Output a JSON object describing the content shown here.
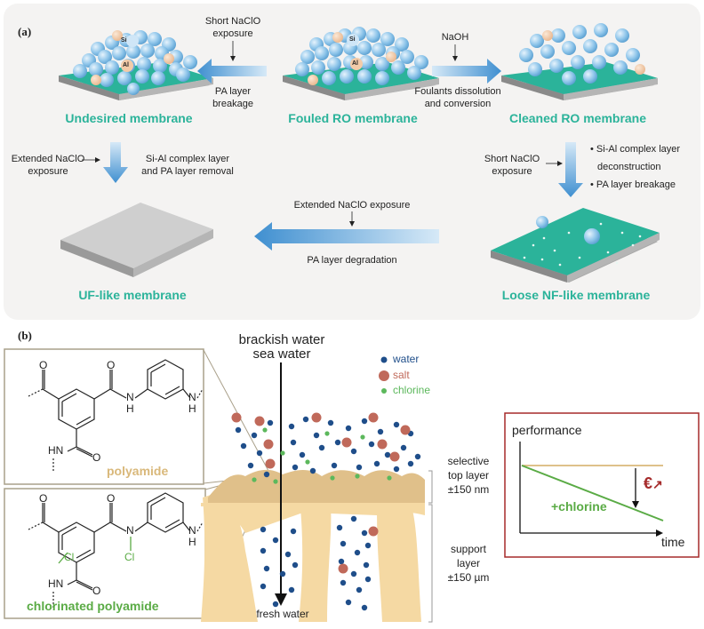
{
  "panel_a": {
    "letter": "(a)",
    "labels": {
      "undesired": "Undesired membrane",
      "fouled": "Fouled RO membrane",
      "cleaned": "Cleaned RO membrane",
      "uf": "UF-like membrane",
      "nf": "Loose NF-like membrane"
    },
    "si": "Si",
    "al": "Al",
    "short_naclo_1": "Short NaClO",
    "short_naclo_2": "exposure",
    "pa_breakage_1": "PA layer",
    "pa_breakage_2": "breakage",
    "naoh": "NaOH",
    "foulants_1": "Foulants dissolution",
    "foulants_2": "and conversion",
    "extended_1": "Extended NaClO",
    "extended_2": "exposure",
    "sial_removal_1": "Si-Al complex layer",
    "sial_removal_2": "and PA layer removal",
    "short_right_1": "Short NaClO",
    "short_right_2": "exposure",
    "bullet_1a": "Si-Al complex layer",
    "bullet_1b": "deconstruction",
    "bullet_2": "PA layer breakage",
    "bottom_arrow_top": "Extended NaClO exposure",
    "bottom_arrow_bottom": "PA layer degradation"
  },
  "panel_b": {
    "letter": "(b)",
    "brackish": "brackish water",
    "sea": "sea water",
    "fresh": "fresh water",
    "legend": {
      "water": "water",
      "salt": "salt",
      "chlorine": "chlorine"
    },
    "polyamide": "polyamide",
    "chlorinated": "chlorinated polyamide",
    "selective_1": "selective",
    "selective_2": "top layer",
    "selective_3": "±150 nm",
    "support_1": "support",
    "support_2": "layer",
    "support_3": "±150 µm",
    "atoms": {
      "O": "O",
      "N": "N",
      "H": "H",
      "HN": "HN",
      "Cl": "Cl"
    },
    "graph": {
      "ylabel": "performance",
      "xlabel": "time",
      "line_label": "+chlorine",
      "cost_symbol": "€",
      "cost_arrow": "↗"
    }
  },
  "colors": {
    "teal": "#2bb39a",
    "blue_sphere": "#8ec5ea",
    "water_dot": "#1f4e8a",
    "salt_dot": "#c0695a",
    "chlorine_dot": "#5cb85c",
    "membrane": "#f5d9a3",
    "green_text": "#5aab45",
    "tan_text": "#d9b87a",
    "graph_border": "#a52a2a"
  }
}
